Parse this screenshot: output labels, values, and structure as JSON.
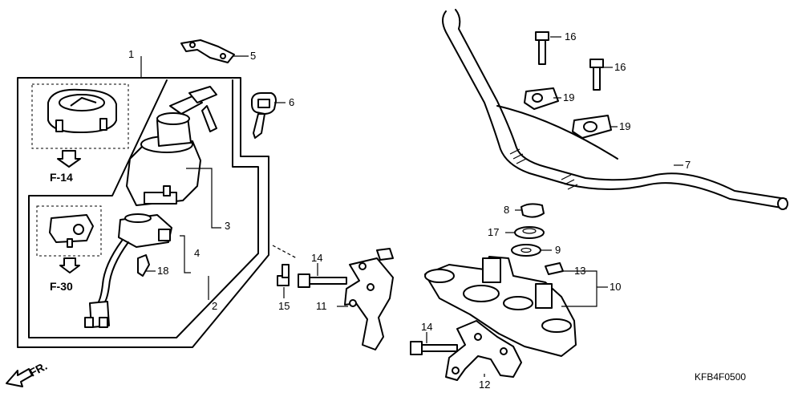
{
  "callouts": {
    "c1": "1",
    "c2": "2",
    "c3": "3",
    "c4": "4",
    "c5": "5",
    "c6": "6",
    "c7": "7",
    "c8": "8",
    "c9": "9",
    "c10": "10",
    "c11": "11",
    "c12": "12",
    "c13": "13",
    "c14a": "14",
    "c14b": "14",
    "c15": "15",
    "c16a": "16",
    "c16b": "16",
    "c17": "17",
    "c18": "18",
    "c19a": "19",
    "c19b": "19"
  },
  "refs": {
    "f14": "F-14",
    "f30": "F-30"
  },
  "direction": {
    "label": "FR."
  },
  "diagram_code": "KFB4F0500"
}
